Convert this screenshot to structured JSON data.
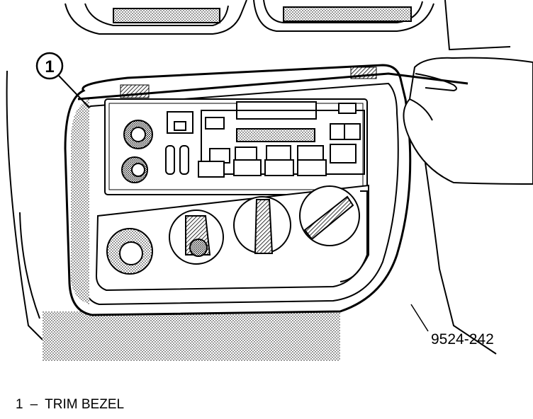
{
  "callout": {
    "number": "1"
  },
  "figure_number": "9524-242",
  "legend": [
    {
      "number": "1",
      "separator": "–",
      "label": "TRIM BEZEL"
    }
  ]
}
